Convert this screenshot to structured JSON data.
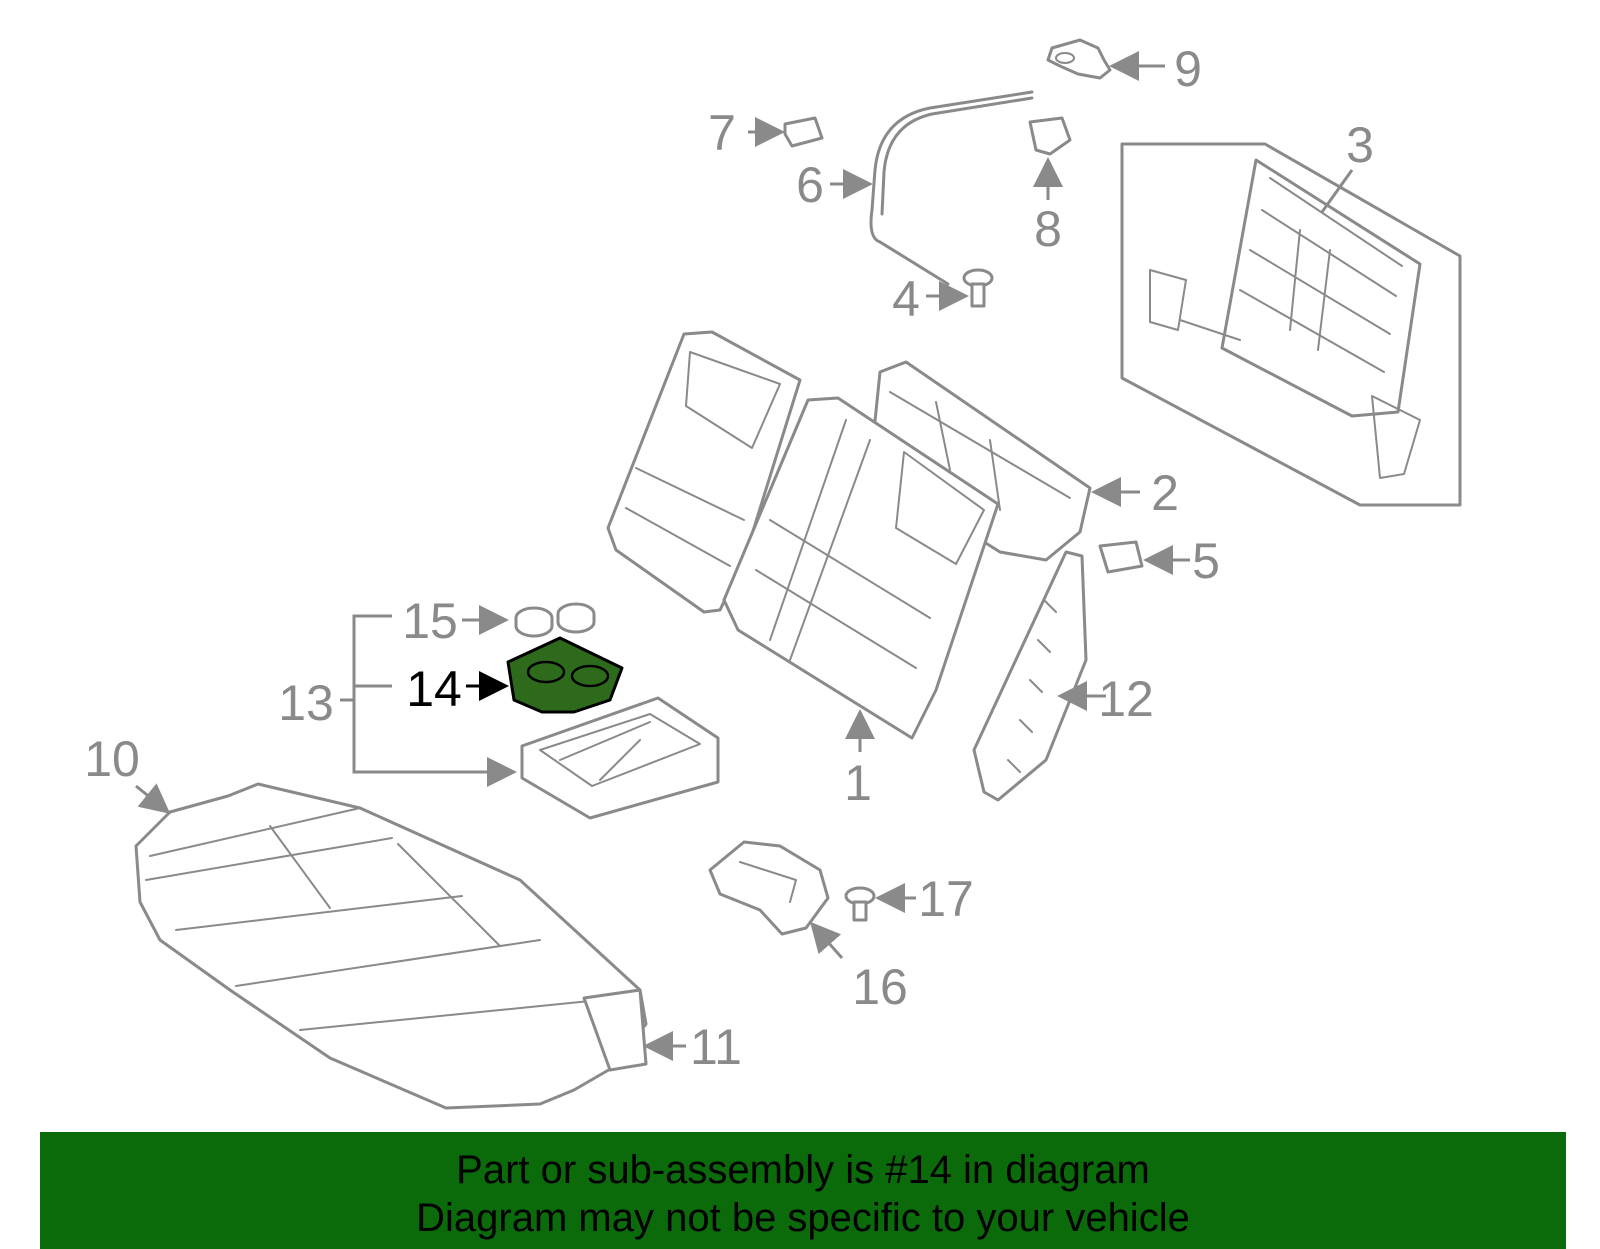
{
  "colors": {
    "highlight_part": "#2e6a1c",
    "banner_background": "#0b6b0b",
    "line_art": "#8a8a8a",
    "highlight_label": "#000000"
  },
  "callouts": {
    "c1": "1",
    "c2": "2",
    "c3": "3",
    "c4": "4",
    "c5": "5",
    "c6": "6",
    "c7": "7",
    "c8": "8",
    "c9": "9",
    "c10": "10",
    "c11": "11",
    "c12": "12",
    "c13": "13",
    "c14": "14",
    "c15": "15",
    "c16": "16",
    "c17": "17"
  },
  "highlighted_callout": "14",
  "banner": {
    "line1": "Part or sub-assembly is #14 in diagram",
    "line2": "Diagram may not be specific to your vehicle"
  }
}
